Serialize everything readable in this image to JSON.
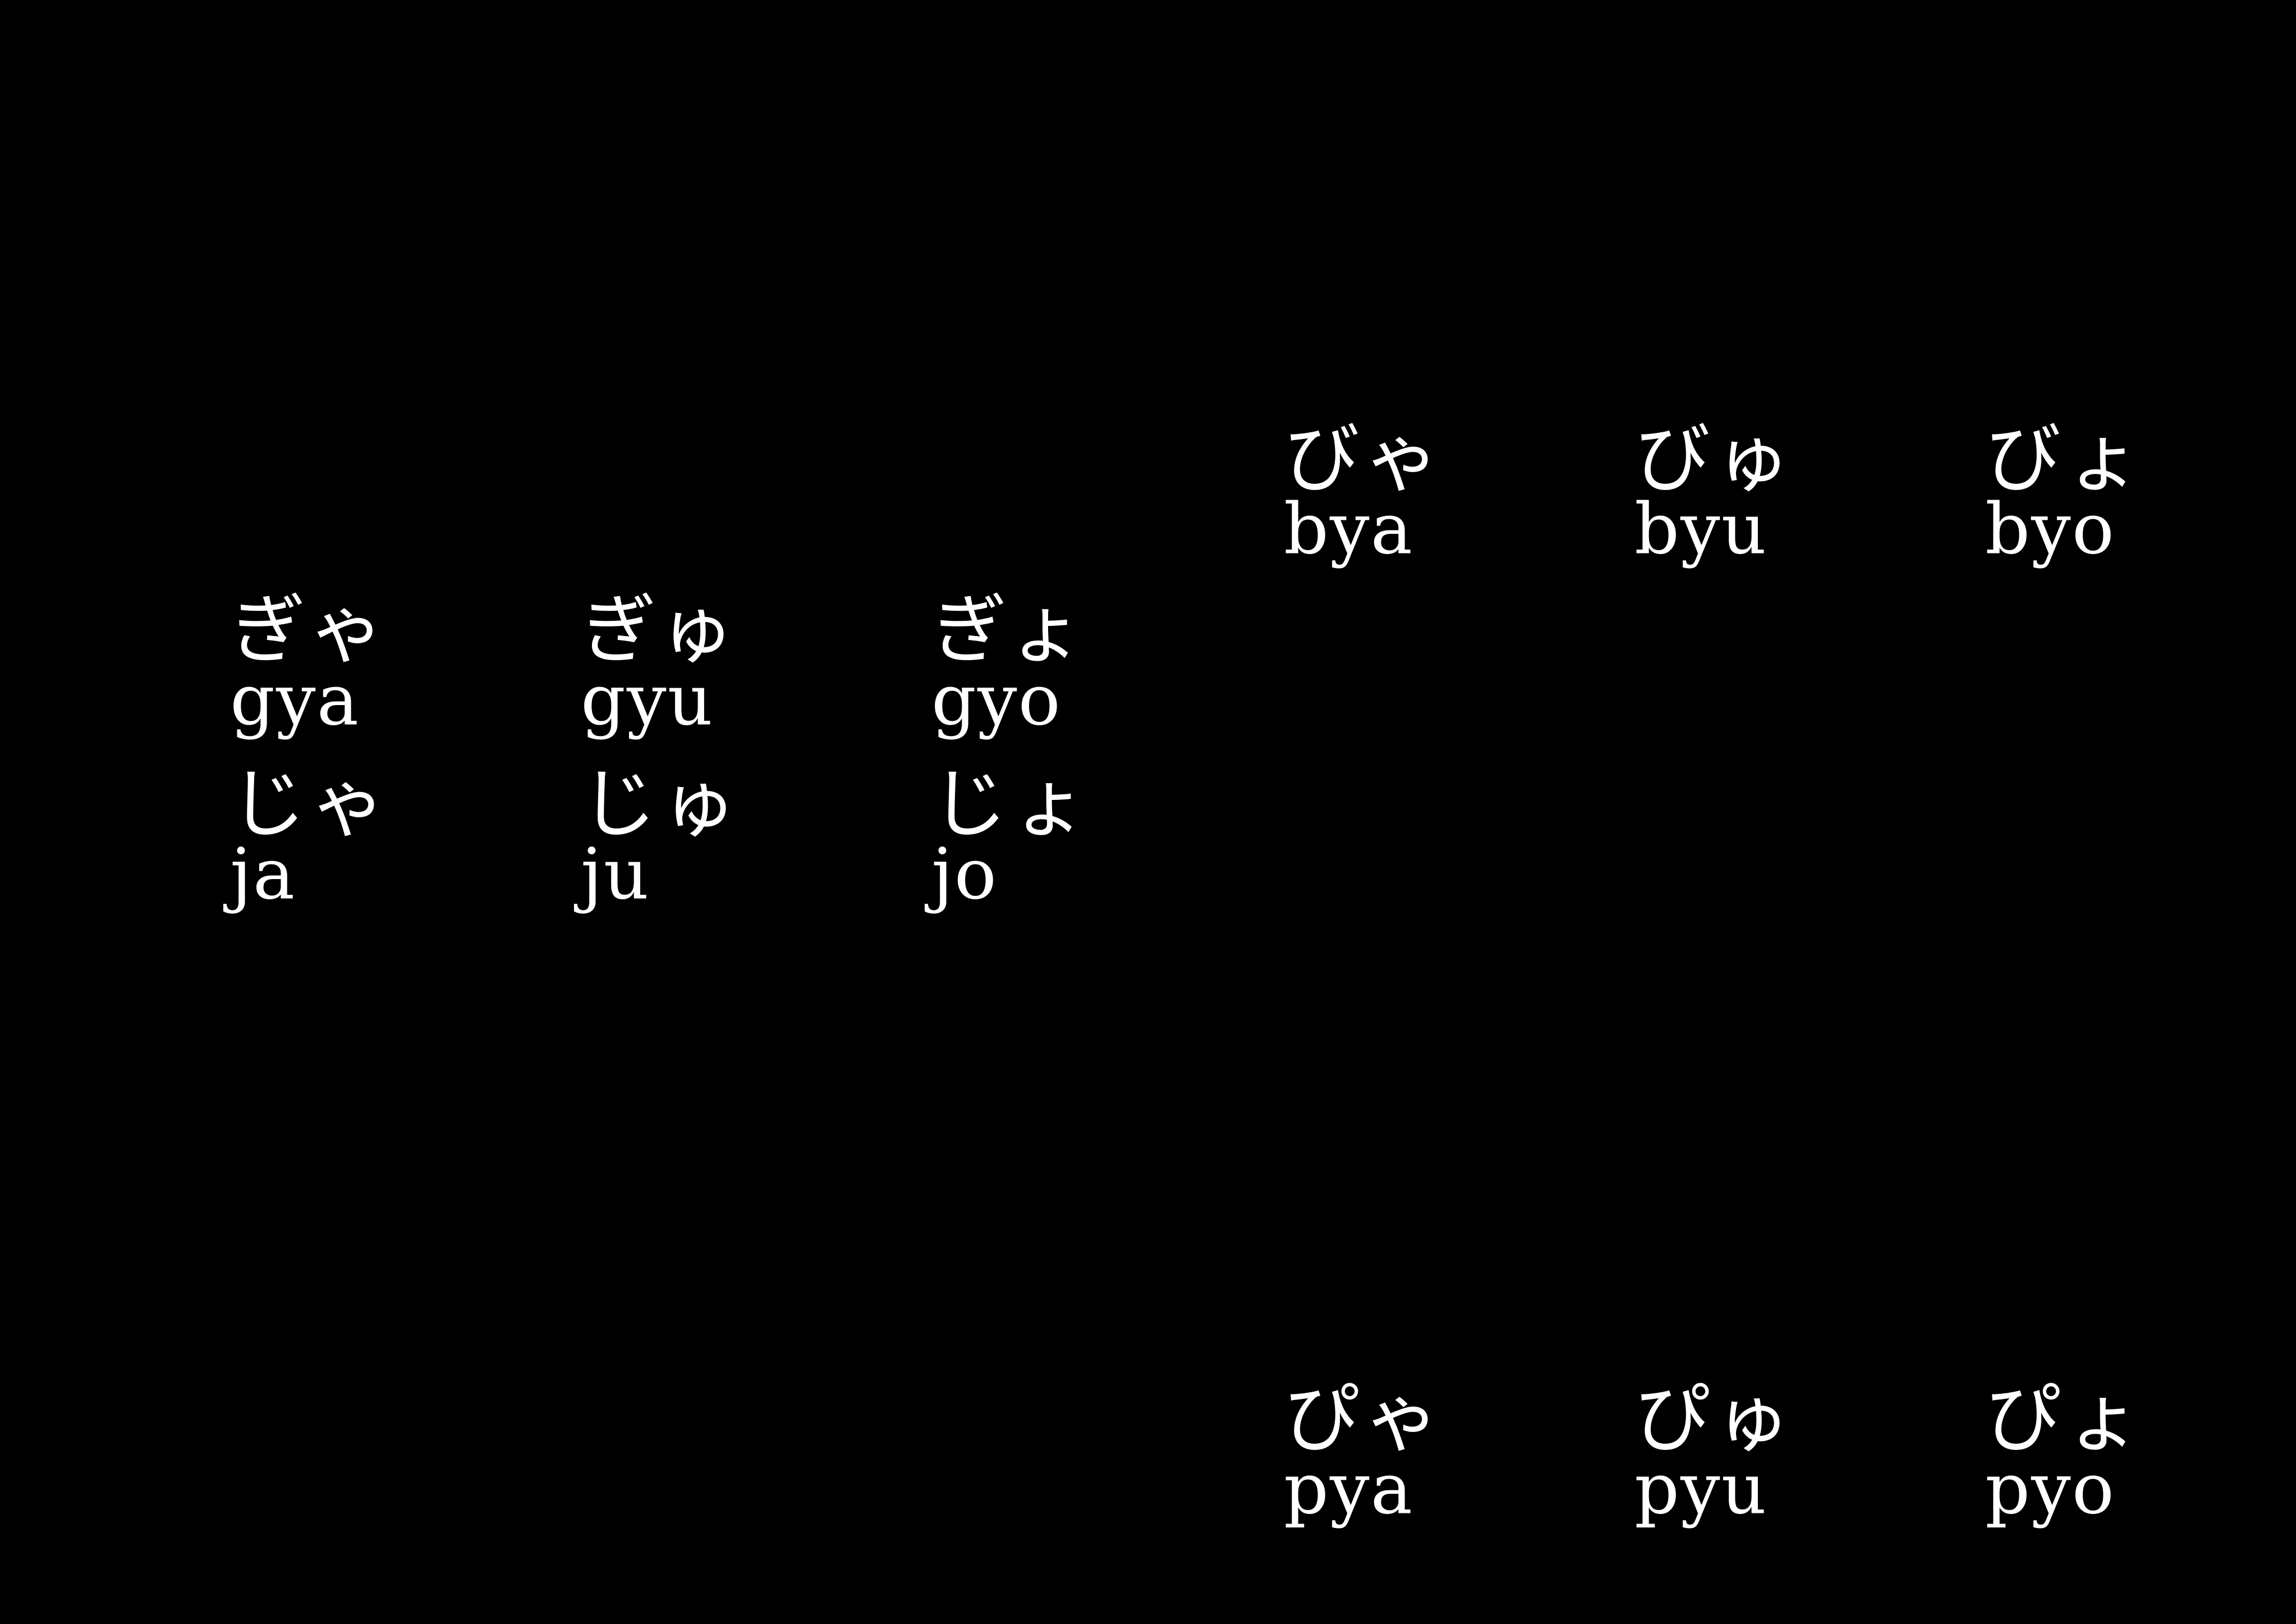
{
  "groups": {
    "gj": {
      "rows": [
        [
          {
            "kana": "ぎゃ",
            "romaji": "gya"
          },
          {
            "kana": "ぎゅ",
            "romaji": "gyu"
          },
          {
            "kana": "ぎょ",
            "romaji": "gyo"
          }
        ],
        [
          {
            "kana": "じゃ",
            "romaji": "ja"
          },
          {
            "kana": "じゅ",
            "romaji": "ju"
          },
          {
            "kana": "じょ",
            "romaji": "jo"
          }
        ]
      ]
    },
    "b": {
      "rows": [
        [
          {
            "kana": "びゃ",
            "romaji": "bya"
          },
          {
            "kana": "びゅ",
            "romaji": "byu"
          },
          {
            "kana": "びょ",
            "romaji": "byo"
          }
        ]
      ]
    },
    "p": {
      "rows": [
        [
          {
            "kana": "ぴゃ",
            "romaji": "pya"
          },
          {
            "kana": "ぴゅ",
            "romaji": "pyu"
          },
          {
            "kana": "ぴょ",
            "romaji": "pyo"
          }
        ]
      ]
    }
  },
  "colors": {
    "background": "#000000",
    "text": "#ffffff"
  }
}
